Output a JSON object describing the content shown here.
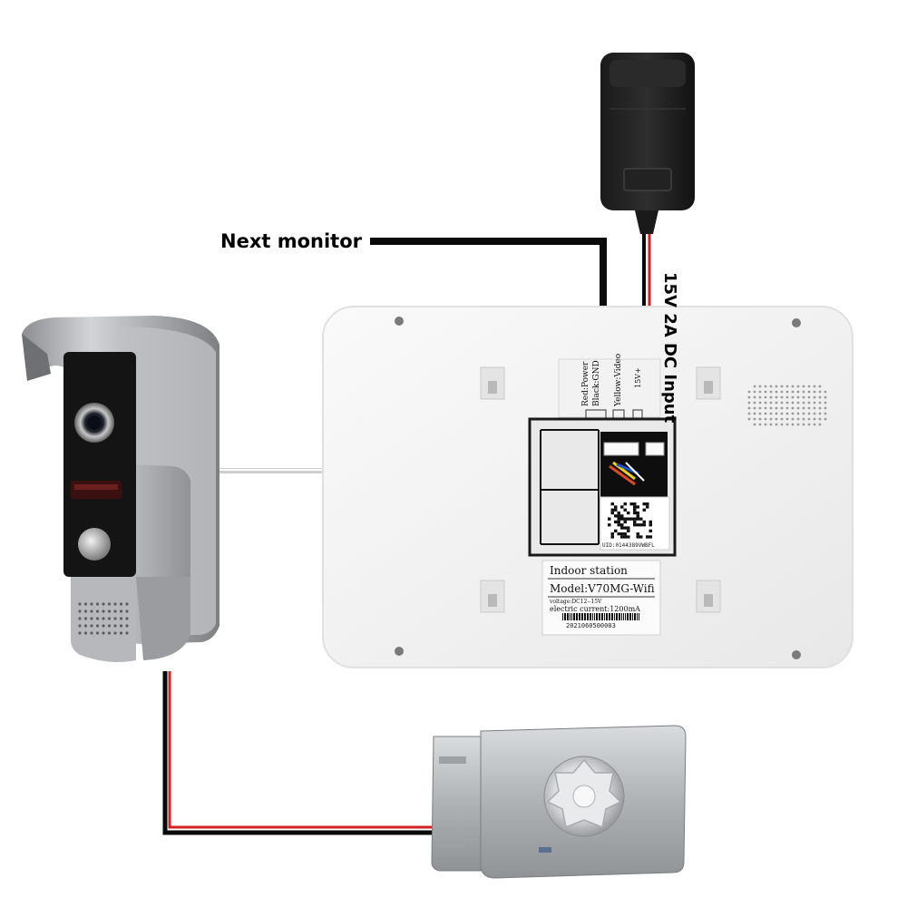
{
  "labels": {
    "next_monitor": "Next monitor",
    "power_input": "15V 2A DC Input"
  },
  "monitor_label": {
    "title": "Indoor station",
    "model": "Model:V70MG-Wifi",
    "voltage": "voltage:DC12--15V",
    "current": "electric current:1200mA",
    "serial": "2021060500003"
  },
  "qr_label": {
    "uid": "UID:0144389VWBFL"
  },
  "terminals": {
    "red_power": "Red:Power",
    "black_gnd": "Black:GND",
    "yellow_video": "Yellow:Video",
    "plus15v": "15V+"
  },
  "colors": {
    "wire_black": "#0a0a0a",
    "wire_red": "#d42020",
    "monitor_body": "#f4f4f4",
    "doorbell_silver": "#a9abae",
    "lock_steel": "#b8bcbf"
  }
}
